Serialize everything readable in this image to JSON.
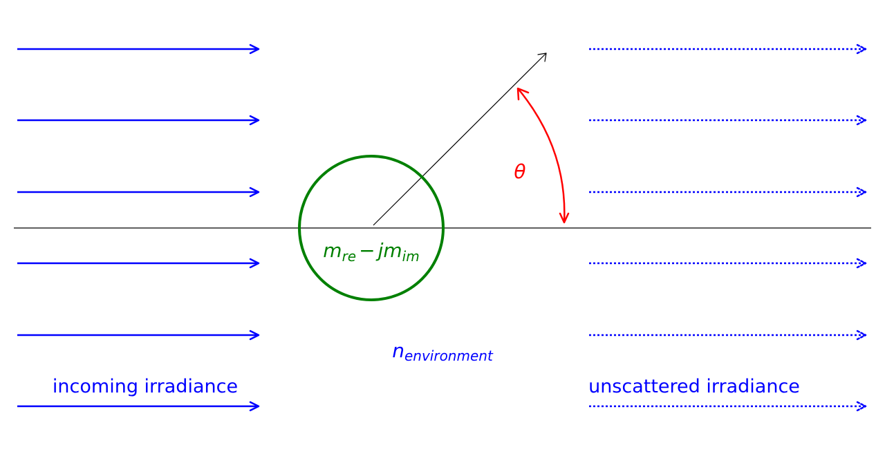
{
  "labels": {
    "incoming": "incoming irradiance",
    "unscattered": "unscattered irradiance",
    "theta": "θ",
    "particle_index": {
      "m_re_base": "m",
      "m_re_sub": "re",
      "minus": "−",
      "j": "j",
      "m_im_base": "m",
      "m_im_sub": "im"
    },
    "environment_index": {
      "base": "n",
      "sub": "environment"
    }
  },
  "colors": {
    "incoming_arrows": "#0000ff",
    "unscattered_arrows": "#0000ff",
    "particle": "#008000",
    "angle": "#ff0000",
    "axis": "#000000",
    "scattered_ray": "#000000",
    "text_blue": "#0000ff",
    "text_green": "#008000",
    "text_red": "#ff0000"
  },
  "icons": {
    "incoming": "solid-arrow-right",
    "unscattered": "dotted-arrow-right",
    "scattered": "thin-arrow",
    "angle": "double-headed-arc-arrow"
  },
  "arrow_rows": 6
}
